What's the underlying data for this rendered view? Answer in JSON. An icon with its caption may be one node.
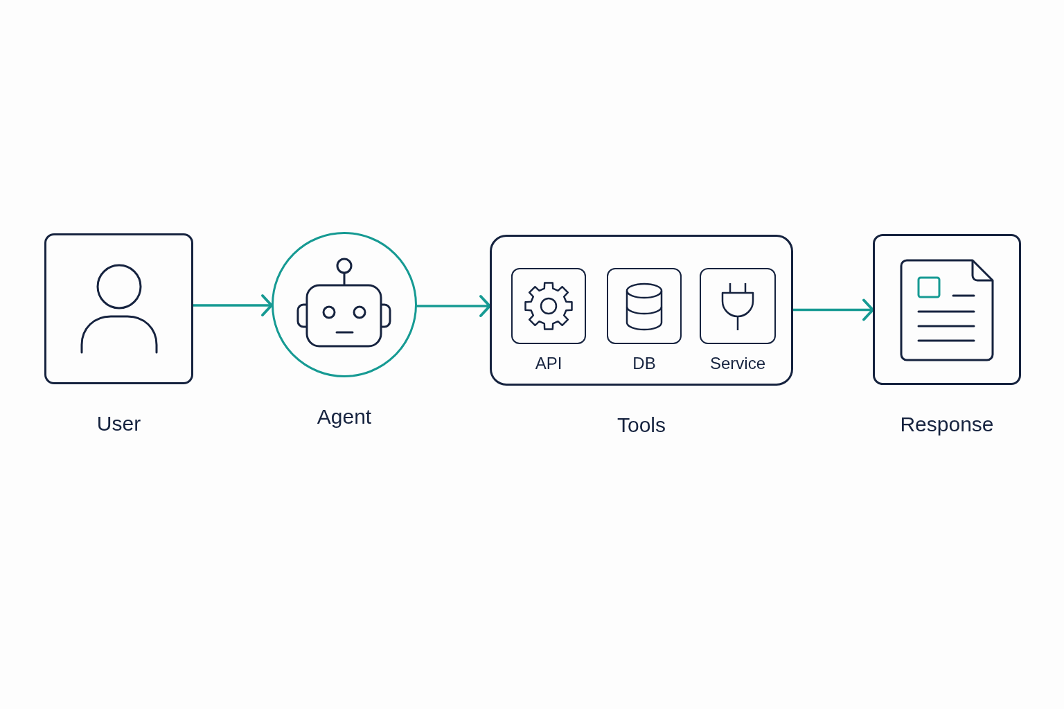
{
  "diagram": {
    "nodes": [
      {
        "text": [
          "User"
        ]
      },
      {
        "text": [
          "Agent"
        ]
      },
      {
        "text": [
          "Tools"
        ]
      },
      {
        "text": [
          "API"
        ],
        "in": 2
      },
      {
        "text": [
          "DB"
        ],
        "in": 2
      },
      {
        "text": [
          "Service"
        ],
        "in": 2
      },
      {
        "text": [
          "Response"
        ]
      }
    ],
    "edges": [
      {
        "from": 0,
        "to": 1,
        "arrow": "to"
      },
      {
        "from": 1,
        "to": 2,
        "arrow": "to"
      },
      {
        "from": 2,
        "to": 6,
        "arrow": "to"
      }
    ]
  }
}
